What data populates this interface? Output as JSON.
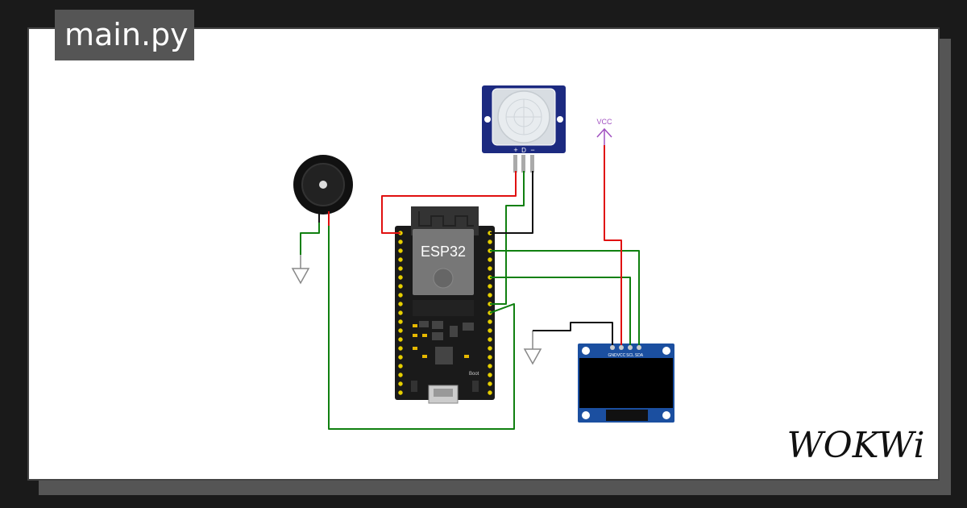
{
  "tab": {
    "filename": "main.py"
  },
  "brand": {
    "logo_text": "WOKWi"
  },
  "components": {
    "esp32": {
      "label": "ESP32",
      "boot_label": "Boot"
    },
    "pir": {
      "pin_labels": [
        "+",
        "D",
        "−"
      ]
    },
    "oled": {
      "pin_labels": [
        "GND",
        "VCC",
        "SCL",
        "SDA"
      ]
    },
    "vcc_label": "VCC"
  },
  "colors": {
    "background": "#1a1a1a",
    "canvas": "#ffffff",
    "tab": "#555555",
    "wire_red": "#e01010",
    "wire_green": "#108010",
    "wire_black": "#111111",
    "board_blue": "#1c2a80",
    "vcc_purple": "#a050c0"
  }
}
